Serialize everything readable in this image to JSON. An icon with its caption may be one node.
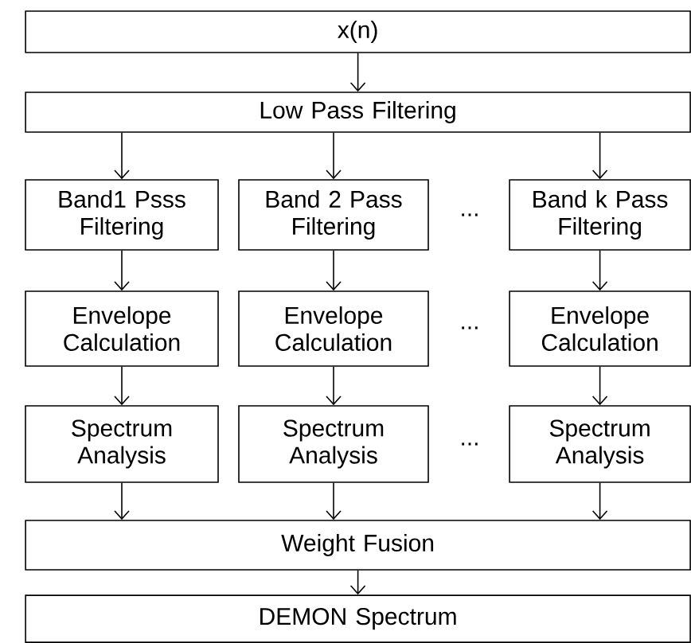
{
  "diagram": {
    "nodes": [
      {
        "text": [
          "x(n)"
        ]
      },
      {
        "text": [
          "Low Pass Filtering"
        ]
      },
      {
        "text": [
          "Band1 Psss Filtering"
        ]
      },
      {
        "text": [
          "Band 2 Pass Filtering"
        ]
      },
      {
        "text": [
          "Band k Pass Filtering"
        ]
      },
      {
        "text": [
          "Envelope Calculation"
        ]
      },
      {
        "text": [
          "Envelope Calculation"
        ]
      },
      {
        "text": [
          "Envelope Calculation"
        ]
      },
      {
        "text": [
          "Spectrum Analysis"
        ]
      },
      {
        "text": [
          "Spectrum Analysis"
        ]
      },
      {
        "text": [
          "Spectrum Analysis"
        ]
      },
      {
        "text": [
          "Weight Fusion"
        ]
      },
      {
        "text": [
          "DEMON Spectrum"
        ]
      }
    ],
    "edges": [
      {
        "from": 0,
        "to": 1,
        "arrow": "to"
      },
      {
        "from": 1,
        "to": 2,
        "arrow": "to"
      },
      {
        "from": 1,
        "to": 3,
        "arrow": "to"
      },
      {
        "from": 1,
        "to": 4,
        "arrow": "to"
      },
      {
        "from": 2,
        "to": 5,
        "arrow": "to"
      },
      {
        "from": 3,
        "to": 6,
        "arrow": "to"
      },
      {
        "from": 4,
        "to": 7,
        "arrow": "to"
      },
      {
        "from": 5,
        "to": 8,
        "arrow": "to"
      },
      {
        "from": 6,
        "to": 9,
        "arrow": "to"
      },
      {
        "from": 7,
        "to": 10,
        "arrow": "to"
      },
      {
        "from": 8,
        "to": 11,
        "arrow": "to"
      },
      {
        "from": 9,
        "to": 11,
        "arrow": "to"
      },
      {
        "from": 10,
        "to": 11,
        "arrow": "to"
      },
      {
        "from": 11,
        "to": 12,
        "arrow": "to"
      }
    ],
    "labels": [
      "...",
      "...",
      "..."
    ]
  }
}
